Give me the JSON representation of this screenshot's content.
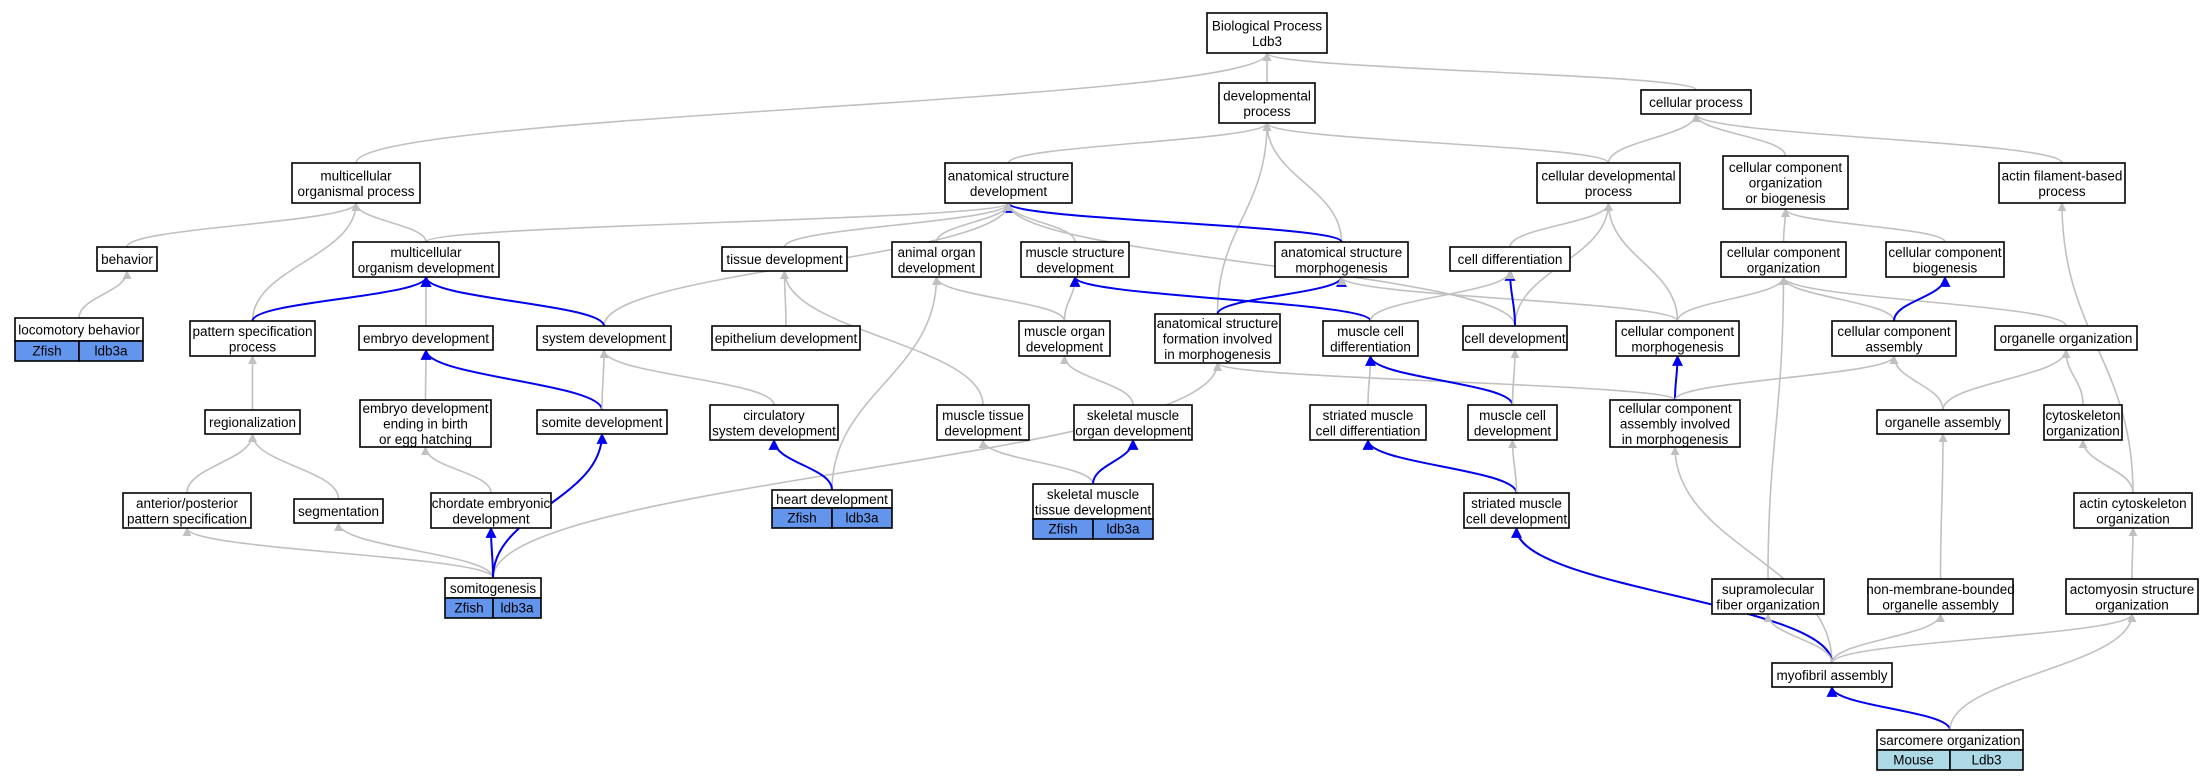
{
  "colors": {
    "edge_is_a": "#c0c0c0",
    "edge_annotated_path": "#0000ee",
    "badge_zfish": "#6495ed",
    "badge_mouse": "#add8e6"
  },
  "nodes": [
    {
      "id": "bp",
      "lines": [
        "Biological Process",
        "Ldb3"
      ]
    },
    {
      "id": "devproc",
      "lines": [
        "developmental",
        "process"
      ]
    },
    {
      "id": "cellproc",
      "lines": [
        "cellular process"
      ]
    },
    {
      "id": "multiorg",
      "lines": [
        "multicellular",
        "organismal process"
      ]
    },
    {
      "id": "anatdev",
      "lines": [
        "anatomical structure",
        "development"
      ]
    },
    {
      "id": "celldevproc",
      "lines": [
        "cellular developmental",
        "process"
      ]
    },
    {
      "id": "ccorgbio",
      "lines": [
        "cellular component",
        "organization",
        "or biogenesis"
      ]
    },
    {
      "id": "actinfil",
      "lines": [
        "actin filament-based",
        "process"
      ]
    },
    {
      "id": "behavior",
      "lines": [
        "behavior"
      ]
    },
    {
      "id": "multidev",
      "lines": [
        "multicellular",
        "organism development"
      ]
    },
    {
      "id": "tissuedev",
      "lines": [
        "tissue development"
      ]
    },
    {
      "id": "animalorgan",
      "lines": [
        "animal organ",
        "development"
      ]
    },
    {
      "id": "muscstructdev",
      "lines": [
        "muscle structure",
        "development"
      ]
    },
    {
      "id": "anatmorph",
      "lines": [
        "anatomical structure",
        "morphogenesis"
      ]
    },
    {
      "id": "celldiff",
      "lines": [
        "cell differentiation"
      ]
    },
    {
      "id": "ccorg",
      "lines": [
        "cellular component",
        "organization"
      ]
    },
    {
      "id": "ccbio",
      "lines": [
        "cellular component",
        "biogenesis"
      ]
    },
    {
      "id": "locomotory",
      "lines": [
        "locomotory behavior"
      ],
      "badges": [
        "Zfish",
        "ldb3a"
      ],
      "badge_color": "#6495ed"
    },
    {
      "id": "patternspec",
      "lines": [
        "pattern specification",
        "process"
      ]
    },
    {
      "id": "embryodev",
      "lines": [
        "embryo development"
      ]
    },
    {
      "id": "systemdev",
      "lines": [
        "system development"
      ]
    },
    {
      "id": "epithdev",
      "lines": [
        "epithelium development"
      ]
    },
    {
      "id": "muscorgan",
      "lines": [
        "muscle organ",
        "development"
      ]
    },
    {
      "id": "anatformmorph",
      "lines": [
        "anatomical structure",
        "formation involved",
        "in morphogenesis"
      ]
    },
    {
      "id": "musccelldiff",
      "lines": [
        "muscle cell",
        "differentiation"
      ]
    },
    {
      "id": "celldev",
      "lines": [
        "cell development"
      ]
    },
    {
      "id": "ccmorph",
      "lines": [
        "cellular component",
        "morphogenesis"
      ]
    },
    {
      "id": "ccassembly",
      "lines": [
        "cellular component",
        "assembly"
      ]
    },
    {
      "id": "organelleorg",
      "lines": [
        "organelle organization"
      ]
    },
    {
      "id": "regionalization",
      "lines": [
        "regionalization"
      ]
    },
    {
      "id": "embryobirth",
      "lines": [
        "embryo development",
        "ending in birth",
        "or egg hatching"
      ]
    },
    {
      "id": "somitedev",
      "lines": [
        "somite development"
      ]
    },
    {
      "id": "circsys",
      "lines": [
        "circulatory",
        "system development"
      ]
    },
    {
      "id": "musctissue",
      "lines": [
        "muscle tissue",
        "development"
      ]
    },
    {
      "id": "skelorgan",
      "lines": [
        "skeletal muscle",
        "organ development"
      ]
    },
    {
      "id": "striateddiff",
      "lines": [
        "striated muscle",
        "cell differentiation"
      ]
    },
    {
      "id": "musccelldev",
      "lines": [
        "muscle cell",
        "development"
      ]
    },
    {
      "id": "ccassemblymorph",
      "lines": [
        "cellular component",
        "assembly involved",
        "in morphogenesis"
      ]
    },
    {
      "id": "organelleasm",
      "lines": [
        "organelle assembly"
      ]
    },
    {
      "id": "cytoskelorg",
      "lines": [
        "cytoskeleton",
        "organization"
      ]
    },
    {
      "id": "antpost",
      "lines": [
        "anterior/posterior",
        "pattern specification"
      ]
    },
    {
      "id": "segmentation",
      "lines": [
        "segmentation"
      ]
    },
    {
      "id": "chordate",
      "lines": [
        "chordate embryonic",
        "development"
      ]
    },
    {
      "id": "heartdev",
      "lines": [
        "heart development"
      ],
      "badges": [
        "Zfish",
        "ldb3a"
      ],
      "badge_color": "#6495ed"
    },
    {
      "id": "skeltissue",
      "lines": [
        "skeletal muscle",
        "tissue development"
      ],
      "badges": [
        "Zfish",
        "ldb3a"
      ],
      "badge_color": "#6495ed"
    },
    {
      "id": "striateddev",
      "lines": [
        "striated muscle",
        "cell development"
      ]
    },
    {
      "id": "actincyto",
      "lines": [
        "actin cytoskeleton",
        "organization"
      ]
    },
    {
      "id": "somitogenesis",
      "lines": [
        "somitogenesis"
      ],
      "badges": [
        "Zfish",
        "ldb3a"
      ],
      "badge_color": "#6495ed"
    },
    {
      "id": "supramol",
      "lines": [
        "supramolecular",
        "fiber organization"
      ]
    },
    {
      "id": "nonmembrane",
      "lines": [
        "non-membrane-bounded",
        "organelle assembly"
      ]
    },
    {
      "id": "actomyosin",
      "lines": [
        "actomyosin structure",
        "organization"
      ]
    },
    {
      "id": "myofibril",
      "lines": [
        "myofibril assembly"
      ]
    },
    {
      "id": "sarcomere",
      "lines": [
        "sarcomere organization"
      ],
      "badges": [
        "Mouse",
        "Ldb3"
      ],
      "badge_color": "#add8e6"
    }
  ]
}
